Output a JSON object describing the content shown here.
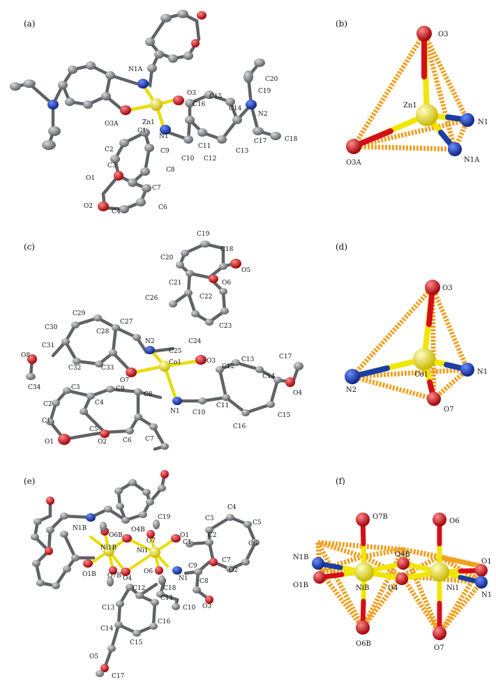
{
  "panels": {
    "a": {
      "label": "(a)"
    },
    "b": {
      "label": "(b)"
    },
    "c": {
      "label": "(c)"
    },
    "d": {
      "label": "(d)"
    },
    "e": {
      "label": "(e)"
    },
    "f": {
      "label": "(f)"
    }
  },
  "atom_labels": {
    "a": [
      "N1A",
      "O3",
      "C15",
      "C16",
      "C14",
      "N2",
      "C20",
      "C19",
      "C17",
      "C18",
      "O3A",
      "Zn1",
      "N1",
      "C1",
      "C2",
      "C3",
      "C9",
      "C8",
      "C10",
      "C11",
      "C12",
      "C13",
      "O1",
      "C7",
      "O2",
      "C4",
      "C6"
    ],
    "b": [
      "O3",
      "Zn1",
      "N1",
      "N1A",
      "O3A"
    ],
    "c": [
      "C19",
      "C18",
      "C20",
      "O5",
      "O6",
      "C21",
      "C22",
      "C26",
      "C23",
      "C29",
      "C27",
      "C28",
      "N2",
      "C25",
      "C24",
      "C30",
      "C31",
      "O8",
      "C32",
      "C33",
      "O7",
      "Co1",
      "O3",
      "C12",
      "C13",
      "C17",
      "C14",
      "O4",
      "C15",
      "C16",
      "C11",
      "C10",
      "N1",
      "C8",
      "C9",
      "C4",
      "C3",
      "C2",
      "C1",
      "C5",
      "C6",
      "C7",
      "O1",
      "O2",
      "C34"
    ],
    "d": [
      "O3",
      "Co1",
      "N1",
      "N2",
      "O7"
    ],
    "e": [
      "N1B",
      "O6B",
      "O4B",
      "C19",
      "O1",
      "C3",
      "C4",
      "C5",
      "C2",
      "C1",
      "C6",
      "Ni1B",
      "Ni1",
      "O7",
      "C7",
      "O1B",
      "O7B",
      "O4",
      "O6",
      "C9",
      "O2",
      "C8",
      "N1",
      "C12",
      "C18",
      "C11",
      "C10",
      "O3",
      "C13",
      "C16",
      "C14",
      "C15",
      "O5",
      "C17"
    ],
    "f": [
      "O7B",
      "O6",
      "N1B",
      "O4B",
      "O1",
      "O1B",
      "NiB",
      "Ni1",
      "O4",
      "N1",
      "O6B",
      "O7"
    ]
  },
  "colors": {
    "carbon": "#7f8286",
    "nitrogen": "#1a3ea3",
    "oxygen": "#d40f1a",
    "metal": "#f2e600",
    "polyhedron_edge": "#f0a020",
    "bond": "#5f6266"
  }
}
